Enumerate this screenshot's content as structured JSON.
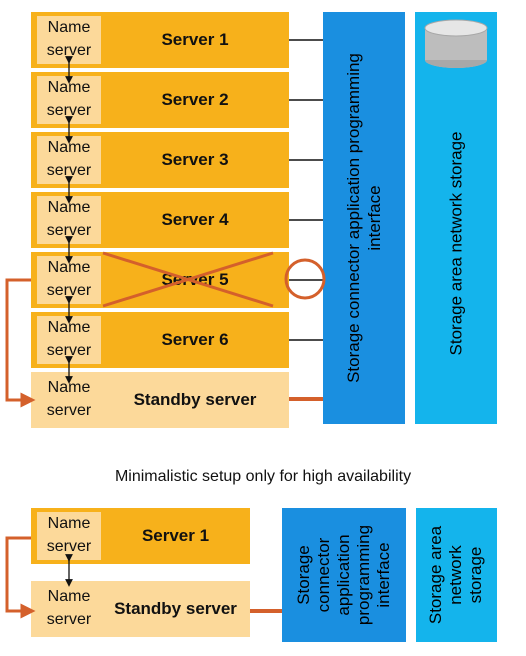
{
  "colors": {
    "server_fill": "#f7b11b",
    "standby_fill": "#fcd99a",
    "storage_connector_fill": "#1a8fe0",
    "san_fill": "#14b4ec",
    "failover_arrow": "#d4602b"
  },
  "top": {
    "servers": [
      {
        "name_server": [
          "Name",
          "server"
        ],
        "label": "Server 1"
      },
      {
        "name_server": [
          "Name",
          "server"
        ],
        "label": "Server 2"
      },
      {
        "name_server": [
          "Name",
          "server"
        ],
        "label": "Server 3"
      },
      {
        "name_server": [
          "Name",
          "server"
        ],
        "label": "Server 4"
      },
      {
        "name_server": [
          "Name",
          "server"
        ],
        "label": "Server 5",
        "failed": true
      },
      {
        "name_server": [
          "Name",
          "server"
        ],
        "label": "Server 6"
      },
      {
        "name_server": [
          "Name",
          "server"
        ],
        "label": "Standby server",
        "standby": true
      }
    ],
    "storage_connector": [
      "Storage connector application programming",
      "interface"
    ],
    "san": [
      "Storage area network storage"
    ]
  },
  "caption": "Minimalistic setup only for high availability",
  "bottom": {
    "servers": [
      {
        "name_server": [
          "Name",
          "server"
        ],
        "label": "Server 1"
      },
      {
        "name_server": [
          "Name",
          "server"
        ],
        "label": "Standby server",
        "standby": true
      }
    ],
    "storage_connector": [
      "Storage",
      "connector",
      "application",
      "programming",
      "interface"
    ],
    "san": [
      "Storage area",
      "network",
      "storage"
    ]
  },
  "icons": [
    "database-cylinder-icon",
    "failure-cross-icon",
    "failure-circle-icon",
    "double-arrow-icon",
    "failover-arrow-icon"
  ]
}
